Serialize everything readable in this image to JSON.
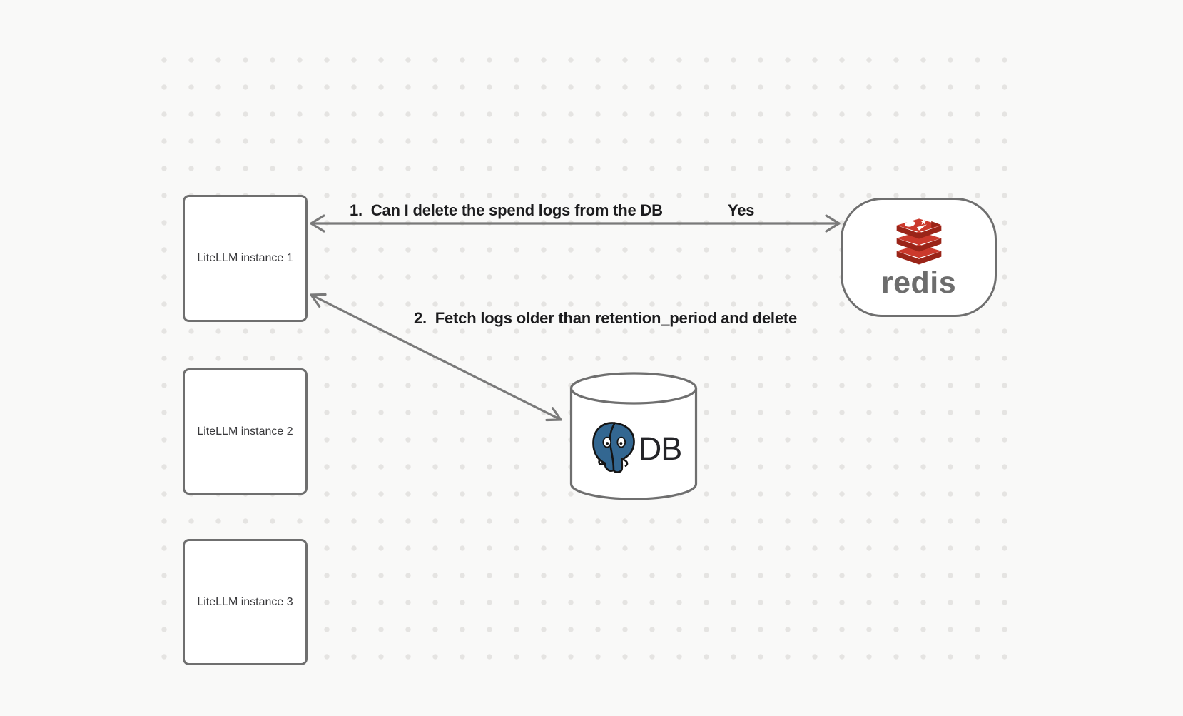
{
  "diagram": {
    "nodes": {
      "instance1": {
        "label": "LiteLLM instance 1"
      },
      "instance2": {
        "label": "LiteLLM instance 2"
      },
      "instance3": {
        "label": "LiteLLM instance 3"
      },
      "redis": {
        "wordmark": "redis"
      },
      "db": {
        "label": "DB"
      }
    },
    "edges": {
      "redis_query": {
        "label": "1.  Can I delete the spend logs from the DB",
        "answer": "Yes"
      },
      "db_fetch": {
        "label": "2.  Fetch logs older than retention_period and delete"
      }
    },
    "colors": {
      "canvas_background": "#f9f9f8",
      "grid_dot": "#e5e4e2",
      "shape_border": "#6f6f6f",
      "arrow": "#7a7a7a",
      "label_text": "#1c1c1e",
      "node_text": "#38383b",
      "redis_red": "#cb392c",
      "redis_dark_red": "#9a2418",
      "redis_wordmark": "#6d6d6d",
      "postgres_blue": "#336791"
    }
  }
}
